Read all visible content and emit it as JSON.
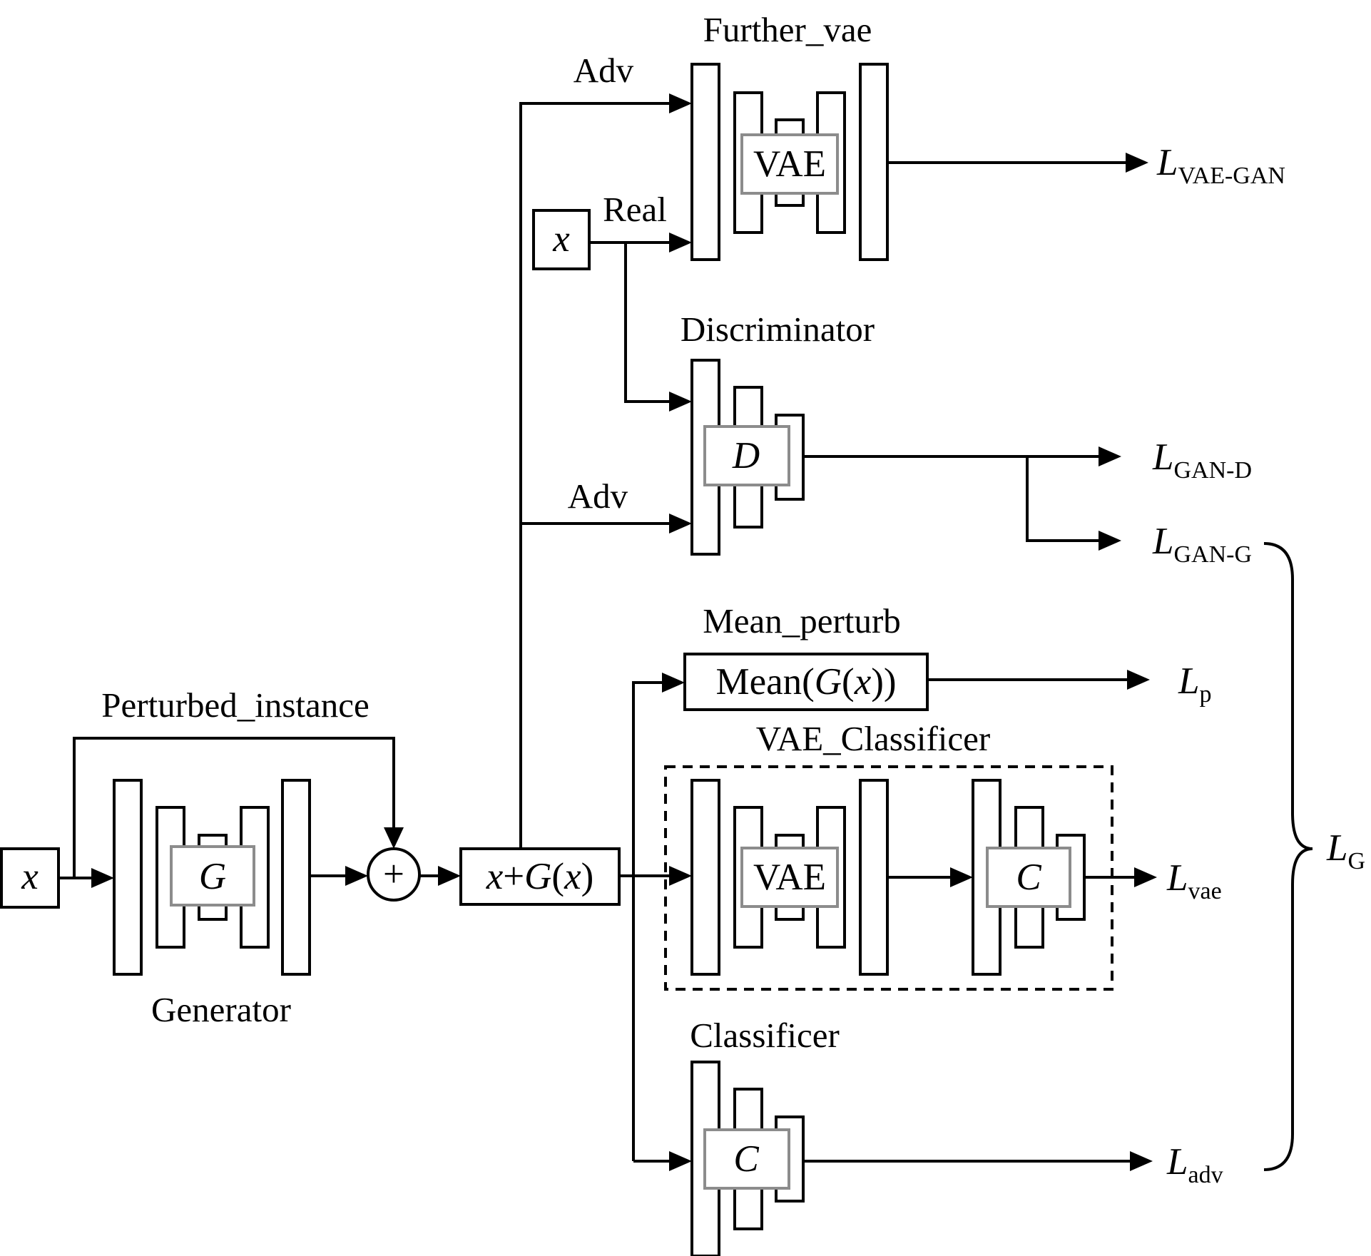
{
  "input_x": "x",
  "generator": {
    "title": "Generator",
    "core": "G"
  },
  "perturbed_label": "Perturbed_instance",
  "plus": "+",
  "sum_box": {
    "x1": "x",
    "plus": "+",
    "g": "G",
    "open": "(",
    "x2": "x",
    "close": ")"
  },
  "further_vae": {
    "title": "Further_vae",
    "core": "VAE"
  },
  "adv_label_top": "Adv",
  "real_label": "Real",
  "real_x": "x",
  "discriminator": {
    "title": "Discriminator",
    "core": "D"
  },
  "adv_label_mid": "Adv",
  "mean_perturb": {
    "title": "Mean_perturb",
    "mean_prefix": "Mean(",
    "g": "G",
    "open": "(",
    "x": "x",
    "close": "))"
  },
  "vae_classifier": {
    "title": "VAE_Classificer",
    "vae_core": "VAE",
    "c_core": "C"
  },
  "classifier": {
    "title": "Classificer",
    "core": "C"
  },
  "losses": {
    "vae_gan": {
      "main": "L",
      "sub": "VAE-GAN"
    },
    "gan_d": {
      "main": "L",
      "sub": "GAN-D"
    },
    "gan_g": {
      "main": "L",
      "sub": "GAN-G"
    },
    "p": {
      "main": "L",
      "sub": "p"
    },
    "vae": {
      "main": "L",
      "sub": "vae"
    },
    "adv": {
      "main": "L",
      "sub": "adv"
    },
    "g_total": {
      "main": "L",
      "sub": "G"
    }
  }
}
